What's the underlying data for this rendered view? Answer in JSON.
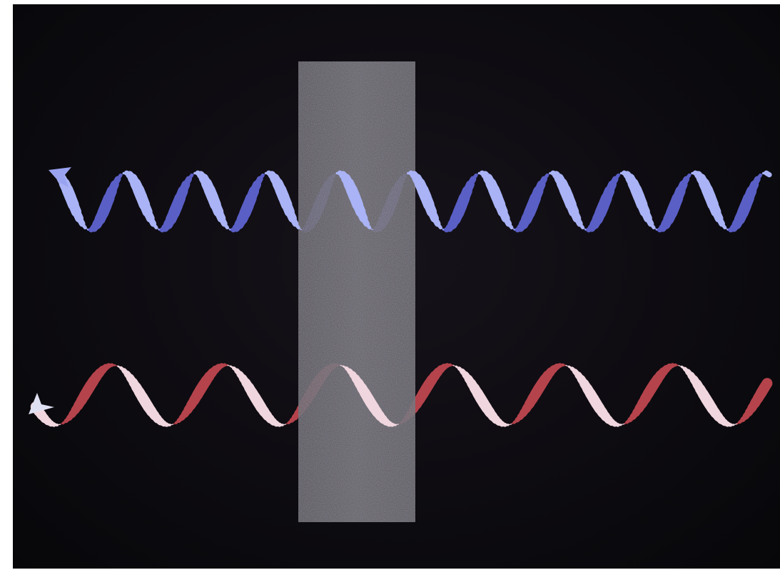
{
  "colors": {
    "background": "#0b0a0e",
    "frame": "#ffffff",
    "barrier": "#5c5962",
    "upper_wave_light": "#a9b3f5",
    "upper_wave_dark": "#5a5fc6",
    "lower_wave_light": "#f0d6de",
    "lower_wave_dark": "#b5434c"
  },
  "icons": {
    "barrier": "rectangular-slab",
    "upper_wave_arrow": "arrowhead-left-up",
    "lower_wave_arrow": "arrowhead-left-down"
  },
  "waves": [
    {
      "name_key": "upper",
      "direction": "left",
      "cycles": 10
    },
    {
      "name_key": "lower",
      "direction": "left",
      "cycles": 6.5
    }
  ]
}
